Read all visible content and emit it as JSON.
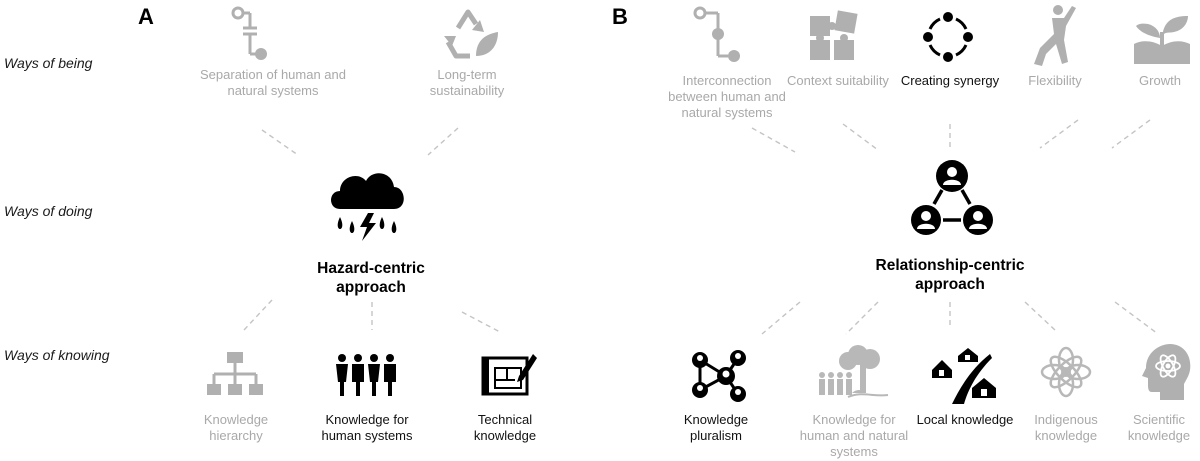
{
  "panels": {
    "a": "A",
    "b": "B"
  },
  "rows": {
    "being": "Ways of being",
    "doing": "Ways of doing",
    "knowing": "Ways of knowing"
  },
  "panel_a": {
    "center": "Hazard-centric approach",
    "being": [
      {
        "label": "Separation of human and natural systems",
        "icon": "separated-systems-icon"
      },
      {
        "label": "Long-term sustainability",
        "icon": "recycle-leaf-icon"
      }
    ],
    "knowing": [
      {
        "label": "Knowledge hierarchy",
        "icon": "hierarchy-icon"
      },
      {
        "label": "Knowledge for human systems",
        "icon": "people-group-icon"
      },
      {
        "label": "Technical knowledge",
        "icon": "blueprint-icon"
      }
    ]
  },
  "panel_b": {
    "center": "Relationship-centric approach",
    "being": [
      {
        "label": "Interconnection between human and natural systems",
        "icon": "connected-systems-icon"
      },
      {
        "label": "Context suitability",
        "icon": "puzzle-icon"
      },
      {
        "label": "Creating synergy",
        "icon": "cycle-arrows-icon"
      },
      {
        "label": "Flexibility",
        "icon": "yoga-pose-icon"
      },
      {
        "label": "Growth",
        "icon": "sprout-icon"
      }
    ],
    "knowing": [
      {
        "label": "Knowledge pluralism",
        "icon": "network-people-icon"
      },
      {
        "label": "Knowledge for human and natural systems",
        "icon": "people-tree-icon"
      },
      {
        "label": "Local knowledge",
        "icon": "houses-road-icon"
      },
      {
        "label": "Indigenous knowledge",
        "icon": "mandala-icon"
      },
      {
        "label": "Scientific knowledge",
        "icon": "head-atom-icon"
      }
    ]
  },
  "colors": {
    "active": "#111111",
    "inactive": "#a9a9a9",
    "connector": "#c4c4c4"
  }
}
